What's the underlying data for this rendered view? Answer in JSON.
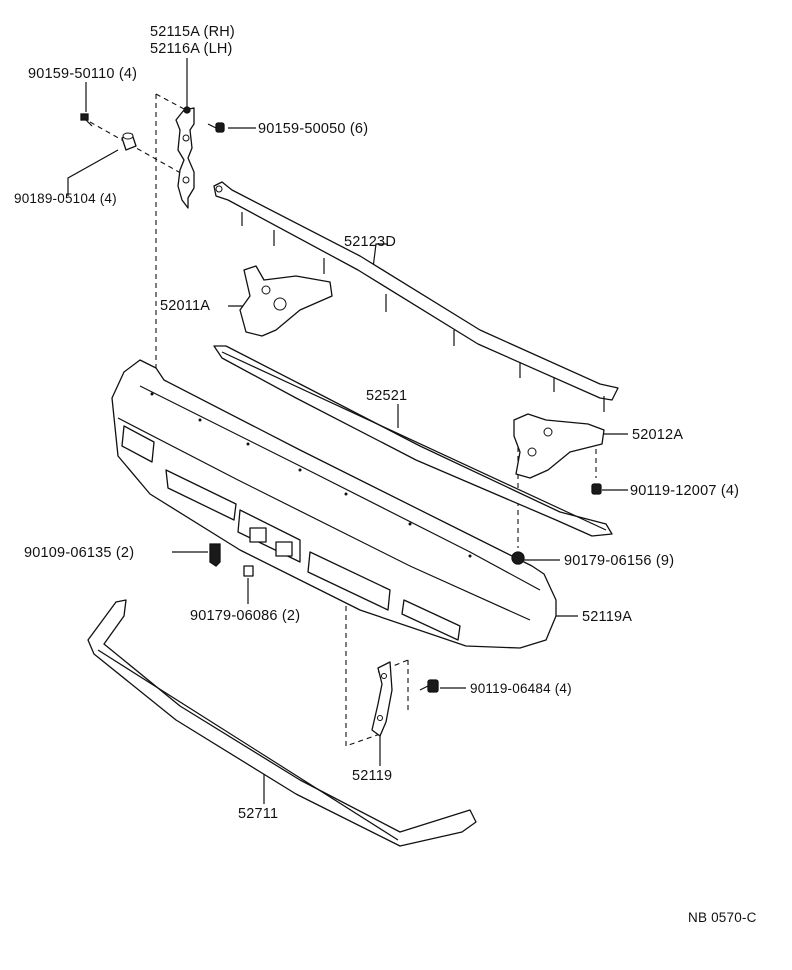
{
  "diagram": {
    "parts": {
      "bracket_upper": {
        "rh": "52115A (RH)",
        "lh": "52116A (LH)"
      },
      "bolt_top_left": "90159-50110 (4)",
      "bolt_top_right": "90159-50050 (6)",
      "clip_left": "90189-05104 (4)",
      "retainer_upper": "52123D",
      "arm_left": "52011A",
      "reinforcement": "52521",
      "arm_right": "52012A",
      "bolt_arm_right": "90119-12007 (4)",
      "screw_left": "90109-06135 (2)",
      "nut_right": "90179-06156 (9)",
      "nut_small": "90179-06086 (2)",
      "bumper_cover": "52119A",
      "bolt_lower": "90119-06484 (4)",
      "bracket_lower": "52119",
      "spoiler": "52711"
    },
    "ref_code": "NB 0570-C"
  }
}
